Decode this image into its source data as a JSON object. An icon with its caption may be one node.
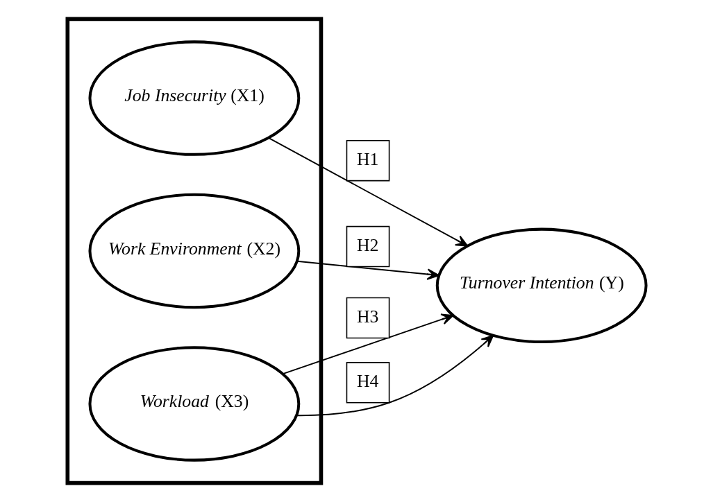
{
  "diagram": {
    "nodes": [
      {
        "text": [],
        "shape": "box"
      },
      {
        "text": [
          "*Job Insecurity* (X1)"
        ],
        "in": 0
      },
      {
        "text": [
          "*Work Environment* (X2)"
        ],
        "in": 0
      },
      {
        "text": [
          "*Workload* (X3)"
        ],
        "in": 0
      },
      {
        "text": [
          "*Turnover Intention* (Y)"
        ]
      }
    ],
    "edges": [
      {
        "from": 1,
        "to": 4,
        "arrow": "to",
        "label": "H1"
      },
      {
        "from": 2,
        "to": 4,
        "arrow": "to",
        "label": "H2"
      },
      {
        "from": 3,
        "to": 4,
        "arrow": "to",
        "label": "H3"
      },
      {
        "from": 3,
        "to": 4,
        "arrow": "to",
        "label": "H4"
      }
    ]
  }
}
